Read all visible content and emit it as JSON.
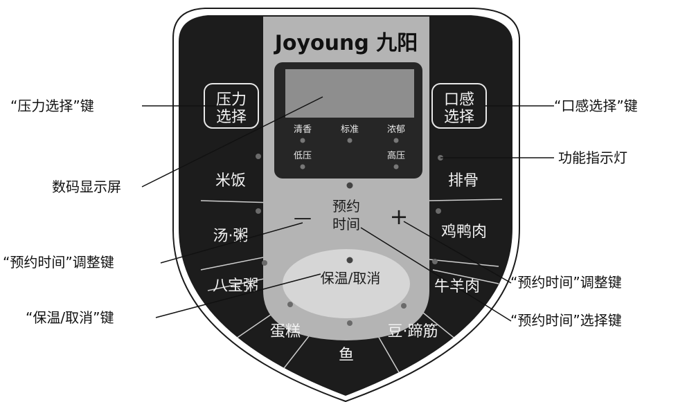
{
  "brand": {
    "logo_text": "Joyoung 九阳"
  },
  "display": {
    "indicators_top": [
      "清香",
      "标准",
      "浓郁"
    ],
    "indicators_bottom": [
      "低压",
      "高压"
    ]
  },
  "keys": {
    "pressure_select": [
      "压力",
      "选择"
    ],
    "taste_select": [
      "口感",
      "选择"
    ],
    "minus": "—",
    "plus": "+",
    "schedule_time": [
      "预约",
      "时间"
    ],
    "keep_warm_cancel": "保温/取消"
  },
  "functions": {
    "rice": "米饭",
    "soup_porridge": "汤·粥",
    "eight_treasure": "八宝粥",
    "cake": "蛋糕",
    "fish": "鱼",
    "bean_trotter": "豆·蹄筋",
    "beef_mutton": "牛羊肉",
    "chicken_duck": "鸡鸭肉",
    "ribs": "排骨"
  },
  "callouts": {
    "pressure_key": "“压力选择”键",
    "display_screen": "数码显示屏",
    "time_adjust_left": "“预约时间”调整键",
    "keep_warm_key": "“保温/取消”键",
    "taste_key": "“口感选择”键",
    "indicator_light": "功能指示灯",
    "time_adjust_right": "“预约时间”调整键",
    "time_select_key": "“预约时间”选择键"
  },
  "colors": {
    "panel": "#1c1c1c",
    "center": "#b4b4b4",
    "screen": "#8e8e8e"
  }
}
